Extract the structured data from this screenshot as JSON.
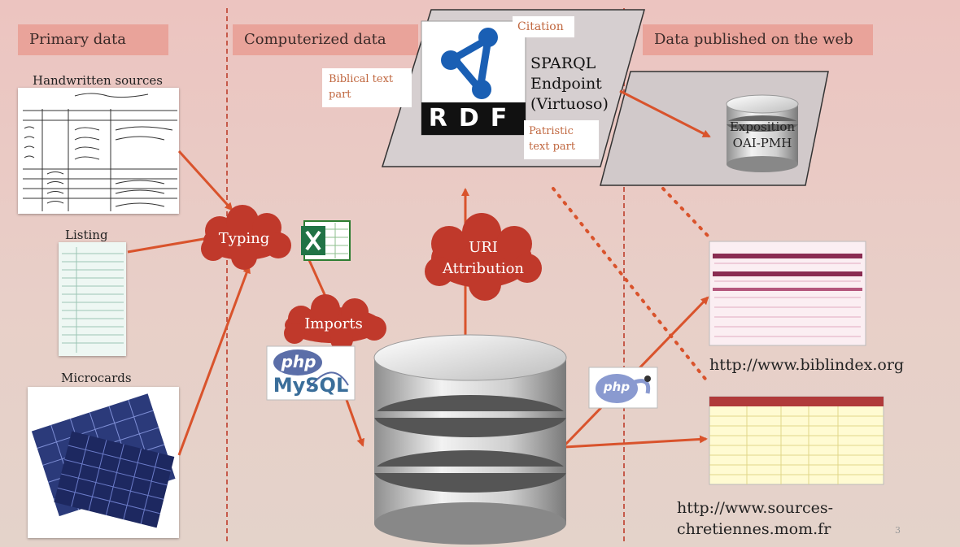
{
  "sections": {
    "primary": "Primary data",
    "computerized": "Computerized data",
    "published": "Data published on the web"
  },
  "sources": {
    "handwritten": "Handwritten sources",
    "listing": "Listing",
    "microcards": "Microcards"
  },
  "clouds": {
    "typing": "Typing",
    "imports": "Imports",
    "uri_line1": "URI",
    "uri_line2": "Attribution"
  },
  "rdf": {
    "citation": "Citation",
    "biblical_line1": "Biblical text",
    "biblical_line2": "part",
    "patristic_line1": "Patristic",
    "patristic_line2": "text part",
    "sparql_line1": "SPARQL",
    "sparql_line2": "Endpoint",
    "sparql_line3": "(Virtuoso)",
    "logo_text": "RDF"
  },
  "exposition": {
    "line1": "Exposition",
    "line2": "OAI-PMH"
  },
  "logos": {
    "php": "php",
    "mysql": "MySQL",
    "elephant_php": "php"
  },
  "urls": {
    "biblindex": "http://www.biblindex.org",
    "sc_line1": "http://www.sources-",
    "sc_line2": "chretiennes.mom.fr"
  },
  "page_number": "3",
  "colors": {
    "arrow": "#d9532c",
    "cloud": "#c0392b",
    "header": "#e9a39a",
    "divider": "#c65a4a"
  }
}
